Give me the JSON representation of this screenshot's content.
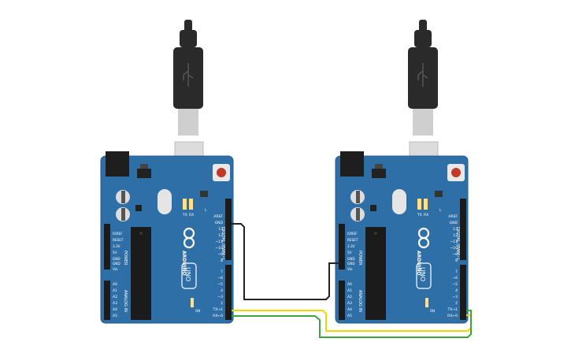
{
  "colors": {
    "board": "#2f6fa8",
    "board_edge": "#245a8c",
    "header": "#1b1b1b",
    "usb_plug": "#2a2a2a",
    "usb_metal": "#cfcfcf",
    "wire_gnd": "#222222",
    "wire_tx": "#f2d600",
    "wire_rx": "#3aa53a"
  },
  "boards": [
    {
      "name": "Arduino Uno (left)",
      "brand": "ARDUINO",
      "model": "UNO",
      "power_label": "POWER",
      "analog_label": "ANALOG IN",
      "digital_label": "DIGITAL (PWM~)",
      "on_label": "ON",
      "tx_led": "TX",
      "rx_led": "RX",
      "l_led": "L",
      "power_pins": [
        "IOREF",
        "RESET",
        "3.3V",
        "5V",
        "GND",
        "GND",
        "Vin"
      ],
      "analog_pins": [
        "A0",
        "A1",
        "A2",
        "A3",
        "A4",
        "A5"
      ],
      "digital_top": [
        "AREF",
        "GND",
        "13",
        "12",
        "~11",
        "~10",
        "~9",
        "8"
      ],
      "digital_bottom": [
        "7",
        "~6",
        "~5",
        "4",
        "~3",
        "2",
        "TX→1",
        "RX←0"
      ]
    },
    {
      "name": "Arduino Uno (right)",
      "brand": "ARDUINO",
      "model": "UNO",
      "power_label": "POWER",
      "analog_label": "ANALOG IN",
      "digital_label": "DIGITAL (PWM~)",
      "on_label": "ON",
      "tx_led": "TX",
      "rx_led": "RX",
      "l_led": "L",
      "power_pins": [
        "IOREF",
        "RESET",
        "3.3V",
        "5V",
        "GND",
        "GND",
        "Vin"
      ],
      "analog_pins": [
        "A0",
        "A1",
        "A2",
        "A3",
        "A4",
        "A5"
      ],
      "digital_top": [
        "AREF",
        "GND",
        "13",
        "12",
        "~11",
        "~10",
        "~9",
        "8"
      ],
      "digital_bottom": [
        "7",
        "~6",
        "~5",
        "4",
        "~3",
        "2",
        "TX→1",
        "RX←0"
      ]
    }
  ],
  "wires": [
    {
      "name": "gnd-wire",
      "from": "left GND (digital header)",
      "to": "right GND (power header)",
      "color": "#222222"
    },
    {
      "name": "tx-rx-wire",
      "from": "left TX→1",
      "to": "right RX←0",
      "color": "#f2d600"
    },
    {
      "name": "rx-tx-wire",
      "from": "left RX←0",
      "to": "right TX→1",
      "color": "#3aa53a"
    }
  ]
}
